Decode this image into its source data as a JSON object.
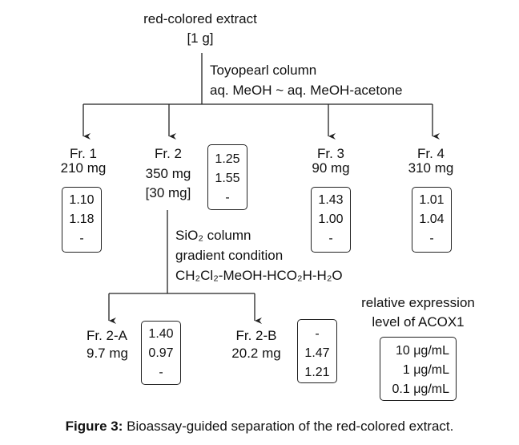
{
  "top": {
    "title": "red-colored extract",
    "amount": "[1 g]"
  },
  "step1": {
    "line1": "Toyopearl column",
    "line2": "aq. MeOH ~ aq. MeOH-acetone"
  },
  "fractions": [
    {
      "name": "Fr. 1",
      "mass": "210 mg",
      "values": [
        "1.10",
        "1.18",
        "-"
      ]
    },
    {
      "name": "Fr. 2",
      "mass": "350 mg",
      "extra": "[30 mg]",
      "values": [
        "1.25",
        "1.55",
        "-"
      ]
    },
    {
      "name": "Fr. 3",
      "mass": "90 mg",
      "values": [
        "1.43",
        "1.00",
        "-"
      ]
    },
    {
      "name": "Fr. 4",
      "mass": "310 mg",
      "values": [
        "1.01",
        "1.04",
        "-"
      ]
    }
  ],
  "step2": {
    "line1": "SiO₂ column",
    "line2": "gradient condition",
    "line3": "CH₂Cl₂-MeOH-HCO₂H-H₂O"
  },
  "subfractions": [
    {
      "name": "Fr. 2-A",
      "mass": "9.7 mg",
      "values": [
        "1.40",
        "0.97",
        "-"
      ]
    },
    {
      "name": "Fr. 2-B",
      "mass": "20.2 mg",
      "values": [
        "-",
        "1.47",
        "1.21"
      ]
    }
  ],
  "legend": {
    "title1": "relative expression",
    "title2": "level of ACOX1",
    "items": [
      "10 μg/mL",
      "1 μg/mL",
      "0.1 μg/mL"
    ]
  },
  "caption": {
    "label": "Figure 3:",
    "text": " Bioassay-guided separation of the red-colored extract."
  }
}
